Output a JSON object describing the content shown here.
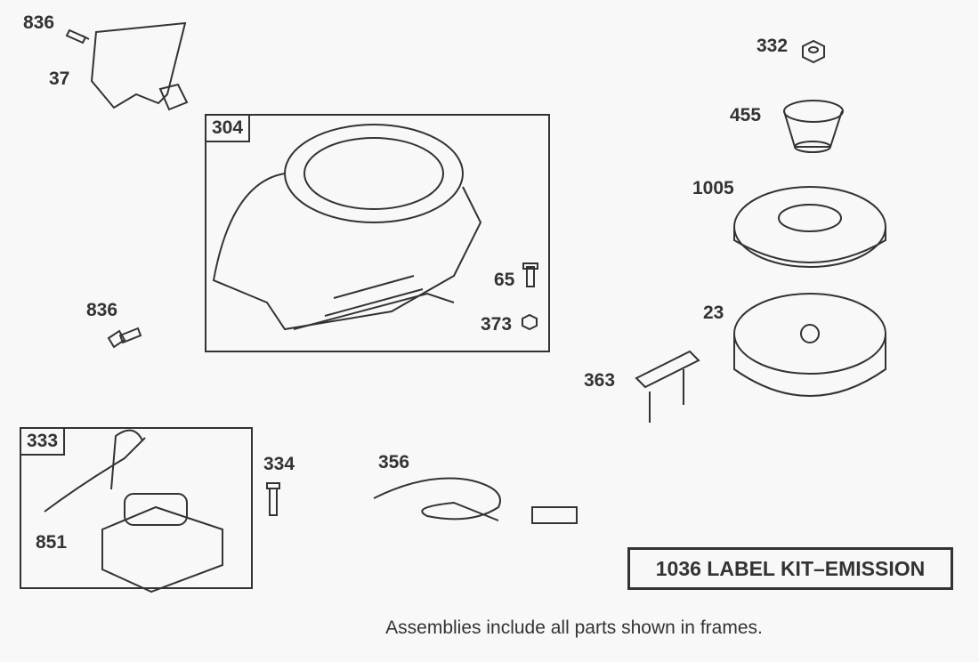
{
  "parts": {
    "screw_top": "836",
    "shield": "37",
    "blower_housing": "304",
    "screw_65": "65",
    "nut_373": "373",
    "screw_left": "836",
    "nut_332": "332",
    "starter_cup": "455",
    "fan": "1005",
    "flywheel": "23",
    "brake_363": "363",
    "armature": "333",
    "ground_wire_851": "851",
    "screw_334": "334",
    "wire_356": "356"
  },
  "kit_label": "1036 LABEL KIT–EMISSION",
  "footnote": "Assemblies include all parts shown in frames."
}
